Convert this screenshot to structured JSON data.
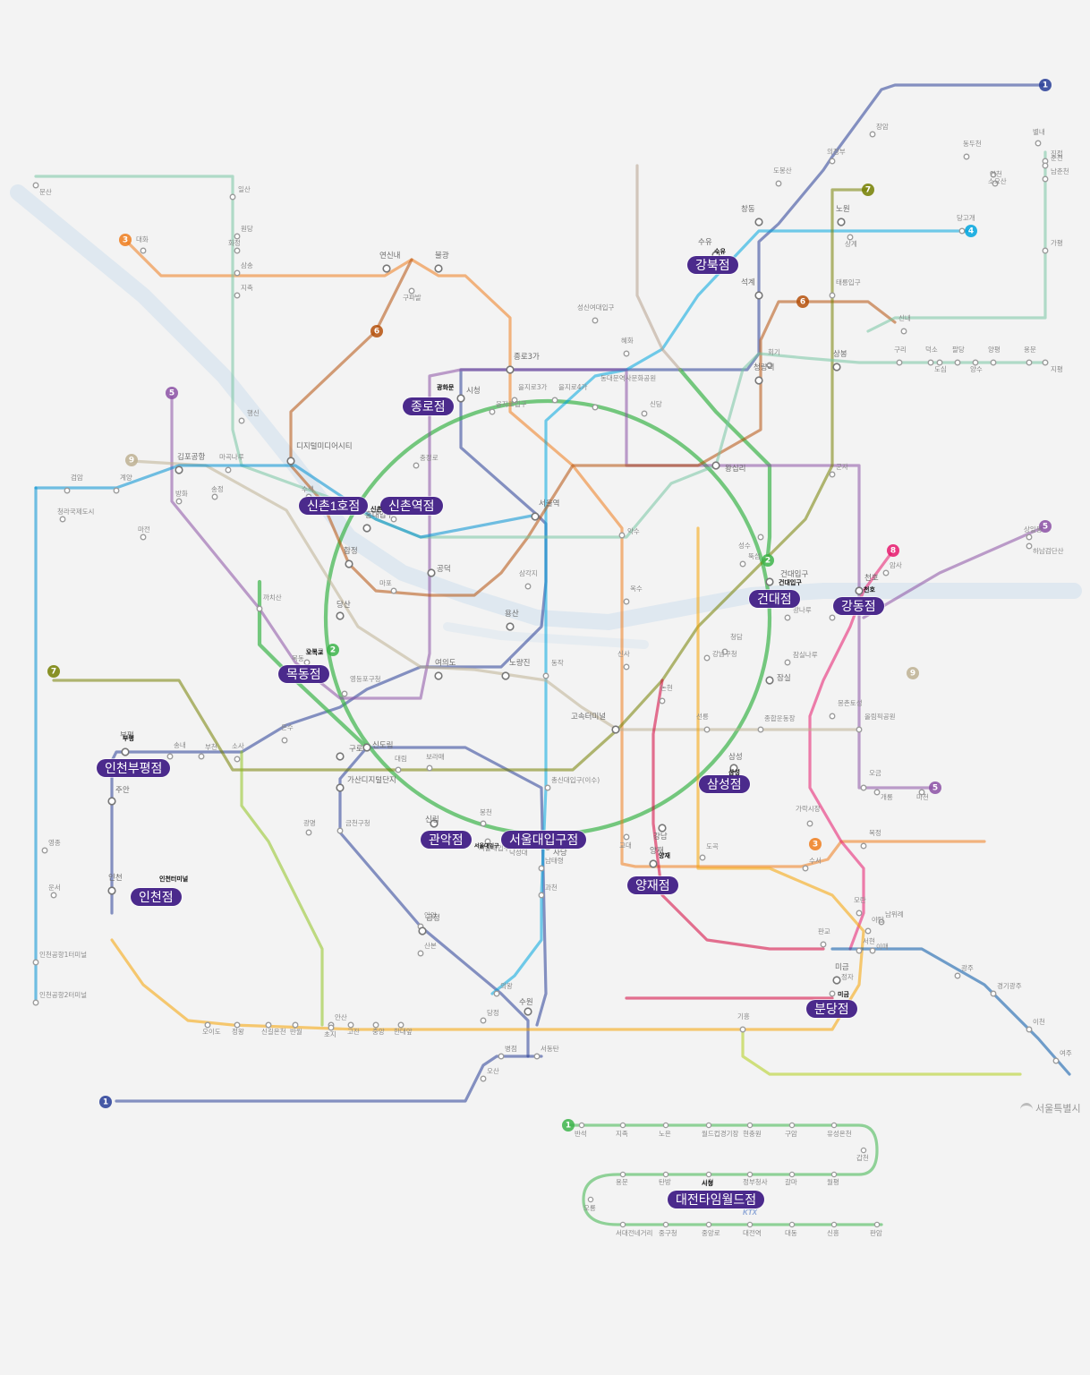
{
  "colors": {
    "line1": "#263c96",
    "line2": "#3cb44a",
    "line3": "#ef7c1c",
    "line4": "#00a5de",
    "line5": "#8b50a4",
    "line6": "#b5500b",
    "line7": "#747f00",
    "line8": "#e6186c",
    "line9": "#bdb092",
    "airport": "#0090d2",
    "gyeongui": "#77c4a3",
    "suin_bundang": "#f5a200",
    "shinbundang": "#d4003b",
    "store_badge": "#4b2a8c",
    "background": "#f3f3f3"
  },
  "line_badges": [
    {
      "id": "b1a",
      "label": "1",
      "color": "#263c96"
    },
    {
      "id": "b1b",
      "label": "1",
      "color": "#263c96"
    },
    {
      "id": "b1c",
      "label": "1",
      "color": "#3cb44a"
    },
    {
      "id": "b2",
      "label": "2",
      "color": "#3cb44a"
    },
    {
      "id": "b2b",
      "label": "2",
      "color": "#3cb44a"
    },
    {
      "id": "b3a",
      "label": "3",
      "color": "#ef7c1c"
    },
    {
      "id": "b3b",
      "label": "3",
      "color": "#ef7c1c"
    },
    {
      "id": "b4",
      "label": "4",
      "color": "#00a5de"
    },
    {
      "id": "b5a",
      "label": "5",
      "color": "#8b50a4"
    },
    {
      "id": "b5b",
      "label": "5",
      "color": "#8b50a4"
    },
    {
      "id": "b5c",
      "label": "5",
      "color": "#8b50a4"
    },
    {
      "id": "b6a",
      "label": "6",
      "color": "#b5500b"
    },
    {
      "id": "b6b",
      "label": "6",
      "color": "#b5500b"
    },
    {
      "id": "b7a",
      "label": "7",
      "color": "#747f00"
    },
    {
      "id": "b7b",
      "label": "7",
      "color": "#747f00"
    },
    {
      "id": "b8",
      "label": "8",
      "color": "#e6186c"
    },
    {
      "id": "b9a",
      "label": "9",
      "color": "#bdb092"
    },
    {
      "id": "b9b",
      "label": "9",
      "color": "#bdb092"
    }
  ],
  "stores": [
    {
      "id": "gangbuk",
      "label": "강북점",
      "near": "수유"
    },
    {
      "id": "jongno",
      "label": "종로점",
      "near": "광화문"
    },
    {
      "id": "sinchon1",
      "label": "신촌1호점",
      "near": ""
    },
    {
      "id": "sinchon_station",
      "label": "신촌역점",
      "near": "신촌"
    },
    {
      "id": "mokdong",
      "label": "목동점",
      "near": "오목교"
    },
    {
      "id": "incheon_bupyeong",
      "label": "인천부평점",
      "near": "부평"
    },
    {
      "id": "incheon",
      "label": "인천점",
      "near": "인천터미널"
    },
    {
      "id": "gwanak",
      "label": "관악점",
      "near": ""
    },
    {
      "id": "snu",
      "label": "서울대입구점",
      "near": "서울대입구"
    },
    {
      "id": "yangjae",
      "label": "양재점",
      "near": "양재"
    },
    {
      "id": "samsung",
      "label": "삼성점",
      "near": "삼성"
    },
    {
      "id": "konkuk",
      "label": "건대점",
      "near": "건대입구"
    },
    {
      "id": "gangdong",
      "label": "강동점",
      "near": "천호"
    },
    {
      "id": "bundang",
      "label": "분당점",
      "near": "미금"
    },
    {
      "id": "daejeon",
      "label": "대전타임월드점",
      "near": "시청"
    }
  ],
  "stations": [
    {
      "id": "s_seoul",
      "name": "서울역"
    },
    {
      "id": "s_city",
      "name": "시청"
    },
    {
      "id": "s_jongno3",
      "name": "종로3가"
    },
    {
      "id": "s_euljiro3",
      "name": "을지로3가"
    },
    {
      "id": "s_euljiro4",
      "name": "을지로4가"
    },
    {
      "id": "s_dongdaemun",
      "name": "동대문역사문화공원"
    },
    {
      "id": "s_sindang",
      "name": "신당"
    },
    {
      "id": "s_wangsimni",
      "name": "왕십리"
    },
    {
      "id": "s_seongsu",
      "name": "성수"
    },
    {
      "id": "s_jamsil",
      "name": "잠실"
    },
    {
      "id": "s_sports",
      "name": "종합운동장"
    },
    {
      "id": "s_seolleung",
      "name": "선릉"
    },
    {
      "id": "s_gangnam",
      "name": "강남"
    },
    {
      "id": "s_gyodae",
      "name": "교대"
    },
    {
      "id": "s_sadang",
      "name": "사당"
    },
    {
      "id": "s_sillim",
      "name": "신림"
    },
    {
      "id": "s_sindorim",
      "name": "신도림"
    },
    {
      "id": "s_yeongdeungpo",
      "name": "영등포구청"
    },
    {
      "id": "s_hapjeong",
      "name": "합정"
    },
    {
      "id": "s_hongik",
      "name": "홍대입구"
    },
    {
      "id": "s_sinchon",
      "name": "신촌"
    },
    {
      "id": "s_ewha",
      "name": "이대"
    },
    {
      "id": "s_dangsan",
      "name": "당산"
    },
    {
      "id": "s_gongdeok",
      "name": "공덕"
    },
    {
      "id": "s_yongsan",
      "name": "용산"
    },
    {
      "id": "s_samgakji",
      "name": "삼각지"
    },
    {
      "id": "s_yaksu",
      "name": "약수"
    },
    {
      "id": "s_oksu",
      "name": "옥수"
    },
    {
      "id": "s_express",
      "name": "고속터미널"
    },
    {
      "id": "s_nonhyeon",
      "name": "논현"
    },
    {
      "id": "s_sinsa",
      "name": "신사"
    },
    {
      "id": "s_noryangjin",
      "name": "노량진"
    },
    {
      "id": "s_yeouido",
      "name": "여의도"
    },
    {
      "id": "s_dongjak",
      "name": "동작"
    },
    {
      "id": "s_guro",
      "name": "구로"
    },
    {
      "id": "s_gasan",
      "name": "가산디지털단지"
    },
    {
      "id": "s_geumcheon",
      "name": "금천구청"
    },
    {
      "id": "s_anyang",
      "name": "안양"
    },
    {
      "id": "s_suwon",
      "name": "수원"
    },
    {
      "id": "s_bupyeong",
      "name": "부평"
    },
    {
      "id": "s_juan",
      "name": "주안"
    },
    {
      "id": "s_incheon",
      "name": "인천"
    },
    {
      "id": "s_songnae",
      "name": "송내"
    },
    {
      "id": "s_bucheon",
      "name": "부천"
    },
    {
      "id": "s_sosa",
      "name": "소사"
    },
    {
      "id": "s_onsu",
      "name": "온수"
    },
    {
      "id": "s_gimpo",
      "name": "김포공항"
    },
    {
      "id": "s_magongnaru",
      "name": "마곡나루"
    },
    {
      "id": "s_gyeyang",
      "name": "계양"
    },
    {
      "id": "s_geomam",
      "name": "검암"
    },
    {
      "id": "s_daehwa",
      "name": "대화"
    },
    {
      "id": "s_ilsan",
      "name": "일산"
    },
    {
      "id": "s_yeonsinnae",
      "name": "연신내"
    },
    {
      "id": "s_bulgwang",
      "name": "불광"
    },
    {
      "id": "s_gupabal",
      "name": "구파발"
    },
    {
      "id": "s_digital",
      "name": "디지털미디어시티"
    },
    {
      "id": "s_suyu",
      "name": "수유"
    },
    {
      "id": "s_changdong",
      "name": "창동"
    },
    {
      "id": "s_nowon",
      "name": "노원"
    },
    {
      "id": "s_dobongsan",
      "name": "도봉산"
    },
    {
      "id": "s_uijeongbu",
      "name": "의정부"
    },
    {
      "id": "s_seokgye",
      "name": "석계"
    },
    {
      "id": "s_taereung",
      "name": "태릉입구"
    },
    {
      "id": "s_sangbong",
      "name": "상봉"
    },
    {
      "id": "s_cheongnyangni",
      "name": "청량리"
    },
    {
      "id": "s_hoegi",
      "name": "회기"
    },
    {
      "id": "s_sungshin",
      "name": "성신여대입구"
    },
    {
      "id": "s_hyehwa",
      "name": "혜화"
    },
    {
      "id": "s_gunja",
      "name": "군자"
    },
    {
      "id": "s_konkuk",
      "name": "건대입구"
    },
    {
      "id": "s_cheonho",
      "name": "천호"
    },
    {
      "id": "s_gangdonggu",
      "name": "강동구청"
    },
    {
      "id": "s_mongchon",
      "name": "몽촌토성"
    },
    {
      "id": "s_olympic",
      "name": "올림픽공원"
    },
    {
      "id": "s_garak",
      "name": "가락시장"
    },
    {
      "id": "s_suseo",
      "name": "수서"
    },
    {
      "id": "s_ogeum",
      "name": "오금"
    },
    {
      "id": "s_bokjeong",
      "name": "복정"
    },
    {
      "id": "s_moran",
      "name": "모란"
    },
    {
      "id": "s_yatap",
      "name": "야탑"
    },
    {
      "id": "s_seohyeon",
      "name": "서현"
    },
    {
      "id": "s_migeum",
      "name": "미금"
    },
    {
      "id": "s_jeongja",
      "name": "정자"
    },
    {
      "id": "s_pangyo",
      "name": "판교"
    },
    {
      "id": "s_imae",
      "name": "이매"
    },
    {
      "id": "s_yangjae",
      "name": "양재"
    },
    {
      "id": "s_dogok",
      "name": "도곡"
    },
    {
      "id": "s_gangnamgu",
      "name": "강남구청"
    },
    {
      "id": "s_cheongdam",
      "name": "청담"
    },
    {
      "id": "s_samsung",
      "name": "삼성"
    },
    {
      "id": "s_jamsilnaru",
      "name": "잠실나루"
    },
    {
      "id": "s_ttukseom",
      "name": "뚝섬"
    },
    {
      "id": "s_euljiro_in",
      "name": "을지로입구"
    },
    {
      "id": "s_chungjeongno",
      "name": "충정로"
    },
    {
      "id": "s_mapo",
      "name": "마포"
    },
    {
      "id": "s_omokgyo",
      "name": "오목교"
    },
    {
      "id": "s_mokdong",
      "name": "목동"
    },
    {
      "id": "s_kkachisan",
      "name": "까치산"
    },
    {
      "id": "s_gimpo_s",
      "name": "송정"
    },
    {
      "id": "s_banghwa",
      "name": "방화"
    },
    {
      "id": "s_gajwa",
      "name": "가좌"
    },
    {
      "id": "s_susaek",
      "name": "수색"
    },
    {
      "id": "s_haengsin",
      "name": "행신"
    },
    {
      "id": "s_gwangmyeong",
      "name": "광명"
    },
    {
      "id": "s_daerim",
      "name": "대림"
    },
    {
      "id": "s_bramae",
      "name": "보라매"
    },
    {
      "id": "s_bongcheon",
      "name": "봉천"
    },
    {
      "id": "s_nakseongdae",
      "name": "낙성대"
    },
    {
      "id": "s_snu",
      "name": "서울대입구"
    },
    {
      "id": "s_isu",
      "name": "총신대입구(이수)"
    },
    {
      "id": "s_namtaeryeong",
      "name": "남태령"
    },
    {
      "id": "s_gwacheon",
      "name": "과천"
    },
    {
      "id": "s_geumjeong",
      "name": "금정"
    },
    {
      "id": "s_sanbon",
      "name": "산본"
    },
    {
      "id": "s_ansan",
      "name": "안산"
    },
    {
      "id": "s_oido",
      "name": "오이도"
    },
    {
      "id": "s_jeongwang",
      "name": "정왕"
    },
    {
      "id": "s_hanyang",
      "name": "한대앞"
    },
    {
      "id": "s_chojii",
      "name": "초지"
    },
    {
      "id": "s_gojan",
      "name": "고잔"
    },
    {
      "id": "s_jungang",
      "name": "중앙"
    },
    {
      "id": "s_singiloncheon",
      "name": "신길온천"
    },
    {
      "id": "s_banwol",
      "name": "반월"
    },
    {
      "id": "s_uiwang",
      "name": "의왕"
    },
    {
      "id": "s_byeongjeom",
      "name": "병점"
    },
    {
      "id": "s_osan",
      "name": "오산"
    },
    {
      "id": "s_giheung",
      "name": "기흥"
    },
    {
      "id": "s_sinnae",
      "name": "신내"
    },
    {
      "id": "s_gyeongui_munsan",
      "name": "문산"
    },
    {
      "id": "s_jinjeop",
      "name": "진접"
    },
    {
      "id": "s_danggogae",
      "name": "당고개"
    },
    {
      "id": "s_dongducheon",
      "name": "동두천"
    },
    {
      "id": "s_soyosan",
      "name": "소요산"
    },
    {
      "id": "s_yeoncheon",
      "name": "연천"
    },
    {
      "id": "s_gapyeong",
      "name": "가평"
    },
    {
      "id": "s_chuncheon",
      "name": "춘천"
    },
    {
      "id": "s_namchuncheon",
      "name": "남춘천"
    },
    {
      "id": "s_yongmun",
      "name": "용문"
    },
    {
      "id": "s_jipyeong",
      "name": "지평"
    },
    {
      "id": "s_yangpyeong",
      "name": "양평"
    },
    {
      "id": "s_paldang",
      "name": "팔당"
    },
    {
      "id": "s_deokso",
      "name": "덕소"
    },
    {
      "id": "s_guri",
      "name": "구리"
    },
    {
      "id": "s_dosim",
      "name": "도심"
    },
    {
      "id": "s_yangsu",
      "name": "양수"
    },
    {
      "id": "s_majeon",
      "name": "마전"
    },
    {
      "id": "s_unseo",
      "name": "운서"
    },
    {
      "id": "s_incheon_airport",
      "name": "인천공항1터미널"
    },
    {
      "id": "s_incheon_airport2",
      "name": "인천공항2터미널"
    },
    {
      "id": "s_cheongna",
      "name": "청라국제도시"
    },
    {
      "id": "s_yeongjong",
      "name": "영종"
    },
    {
      "id": "s_dangjeong",
      "name": "당정"
    },
    {
      "id": "s_seodongtan",
      "name": "서동탄"
    },
    {
      "id": "s_gwangju",
      "name": "광주"
    },
    {
      "id": "s_gyeonggi_gwangju",
      "name": "경기광주"
    },
    {
      "id": "s_icheon",
      "name": "이천"
    },
    {
      "id": "s_yeoju",
      "name": "여주"
    },
    {
      "id": "s_jangam",
      "name": "장암"
    },
    {
      "id": "s_sanggye",
      "name": "상계"
    },
    {
      "id": "s_hwajeong",
      "name": "화정"
    },
    {
      "id": "s_wondang",
      "name": "원당"
    },
    {
      "id": "s_samsong",
      "name": "삼송"
    },
    {
      "id": "s_jichuk",
      "name": "지축"
    },
    {
      "id": "s_ogeum2",
      "name": "개롱"
    },
    {
      "id": "s_macheon",
      "name": "마천"
    },
    {
      "id": "s_sangil",
      "name": "상일동"
    },
    {
      "id": "s_hanam",
      "name": "하남검단산"
    },
    {
      "id": "s_byeollae",
      "name": "별내"
    },
    {
      "id": "s_amsa",
      "name": "암사"
    },
    {
      "id": "s_moran2",
      "name": "남위례"
    },
    {
      "id": "s_gwangjingu",
      "name": "광나루"
    }
  ],
  "daejeon_line": {
    "stations": [
      "판암",
      "신흥",
      "대동",
      "대전역",
      "중앙로",
      "중구청",
      "서대전네거리",
      "오룡",
      "용문",
      "탄방",
      "시청",
      "정부청사",
      "갈마",
      "월평",
      "갑천",
      "유성온천",
      "구암",
      "현충원",
      "월드컵경기장",
      "노은",
      "지족",
      "반석"
    ],
    "store_near": "시청"
  },
  "brand": {
    "logo_text": "서울특별시",
    "ktx": "KTX"
  }
}
